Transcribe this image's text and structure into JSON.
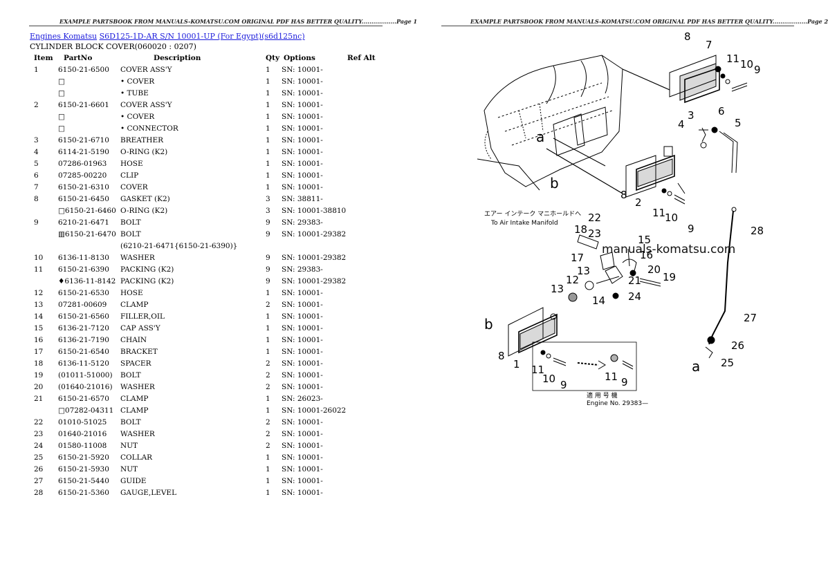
{
  "header": {
    "page1": "EXAMPLE PARTSBOOK FROM MANUALS-KOMATSU.COM ORIGINAL PDF HAS BETTER QUALITY..................Page 1",
    "page2": "EXAMPLE PARTSBOOK FROM MANUALS-KOMATSU.COM ORIGINAL PDF HAS BETTER QUALITY..................Page 2"
  },
  "breadcrumb": {
    "link1": "Engines Komatsu",
    "link2": "S6D125-1D-AR S/N 10001-UP (For Egypt)(s6d125nc)"
  },
  "subtitle": "CYLINDER BLOCK COVER(060020 : 0207)",
  "table": {
    "headers": {
      "item": "Item",
      "partno": "PartNo",
      "description": "Description",
      "qty": "Qty",
      "options": "Options",
      "refalt": "Ref Alt"
    },
    "rows": [
      {
        "item": "1",
        "partno": "6150-21-6500",
        "desc": "COVER ASS'Y",
        "qty": "1",
        "opt": "SN: 10001-"
      },
      {
        "item": "",
        "partno": "□",
        "desc": "• COVER",
        "qty": "1",
        "opt": "SN: 10001-"
      },
      {
        "item": "",
        "partno": "□",
        "desc": "• TUBE",
        "qty": "1",
        "opt": "SN: 10001-"
      },
      {
        "item": "2",
        "partno": "6150-21-6601",
        "desc": "COVER ASS'Y",
        "qty": "1",
        "opt": "SN: 10001-"
      },
      {
        "item": "",
        "partno": "□",
        "desc": "• COVER",
        "qty": "1",
        "opt": "SN: 10001-"
      },
      {
        "item": "",
        "partno": "□",
        "desc": "• CONNECTOR",
        "qty": "1",
        "opt": "SN: 10001-"
      },
      {
        "item": "3",
        "partno": "6150-21-6710",
        "desc": "BREATHER",
        "qty": "1",
        "opt": "SN: 10001-"
      },
      {
        "item": "4",
        "partno": "6114-21-5190",
        "desc": "O-RING (K2)",
        "qty": "1",
        "opt": "SN: 10001-"
      },
      {
        "item": "5",
        "partno": "07286-01963",
        "desc": "HOSE",
        "qty": "1",
        "opt": "SN: 10001-"
      },
      {
        "item": "6",
        "partno": "07285-00220",
        "desc": "CLIP",
        "qty": "1",
        "opt": "SN: 10001-"
      },
      {
        "item": "7",
        "partno": "6150-21-6310",
        "desc": "COVER",
        "qty": "1",
        "opt": "SN: 10001-"
      },
      {
        "item": "8",
        "partno": "6150-21-6450",
        "desc": "GASKET (K2)",
        "qty": "3",
        "opt": "SN: 38811-"
      },
      {
        "item": "",
        "partno": "□6150-21-6460",
        "desc": "O-RING (K2)",
        "qty": "3",
        "opt": "SN: 10001-38810"
      },
      {
        "item": "9",
        "partno": "6210-21-6471",
        "desc": "BOLT",
        "qty": "9",
        "opt": "SN: 29383-"
      },
      {
        "item": "",
        "partno": "▥6150-21-6470",
        "desc": "BOLT",
        "qty": "9",
        "opt": "SN: 10001-29382"
      },
      {
        "item": "",
        "partno": "",
        "desc": "(6210-21-6471{6150-21-6390)}",
        "qty": "",
        "opt": ""
      },
      {
        "item": "10",
        "partno": "6136-11-8130",
        "desc": "WASHER",
        "qty": "9",
        "opt": "SN: 10001-29382"
      },
      {
        "item": "11",
        "partno": "6150-21-6390",
        "desc": "PACKING (K2)",
        "qty": "9",
        "opt": "SN: 29383-"
      },
      {
        "item": "",
        "partno": "♦6136-11-8142",
        "desc": "PACKING (K2)",
        "qty": "9",
        "opt": "SN: 10001-29382"
      },
      {
        "item": "12",
        "partno": "6150-21-6530",
        "desc": "HOSE",
        "qty": "1",
        "opt": "SN: 10001-"
      },
      {
        "item": "13",
        "partno": "07281-00609",
        "desc": "CLAMP",
        "qty": "2",
        "opt": "SN: 10001-"
      },
      {
        "item": "14",
        "partno": "6150-21-6560",
        "desc": "FILLER,OIL",
        "qty": "1",
        "opt": "SN: 10001-"
      },
      {
        "item": "15",
        "partno": "6136-21-7120",
        "desc": "CAP ASS'Y",
        "qty": "1",
        "opt": "SN: 10001-"
      },
      {
        "item": "16",
        "partno": "6136-21-7190",
        "desc": "CHAIN",
        "qty": "1",
        "opt": "SN: 10001-"
      },
      {
        "item": "17",
        "partno": "6150-21-6540",
        "desc": "BRACKET",
        "qty": "1",
        "opt": "SN: 10001-"
      },
      {
        "item": "18",
        "partno": "6136-11-5120",
        "desc": "SPACER",
        "qty": "2",
        "opt": "SN: 10001-"
      },
      {
        "item": "19",
        "partno": "(01011-51000)",
        "desc": "BOLT",
        "qty": "2",
        "opt": "SN: 10001-"
      },
      {
        "item": "20",
        "partno": "(01640-21016)",
        "desc": "WASHER",
        "qty": "2",
        "opt": "SN: 10001-"
      },
      {
        "item": "21",
        "partno": "6150-21-6570",
        "desc": "CLAMP",
        "qty": "1",
        "opt": "SN: 26023-"
      },
      {
        "item": "",
        "partno": "□07282-04311",
        "desc": "CLAMP",
        "qty": "1",
        "opt": "SN: 10001-26022"
      },
      {
        "item": "22",
        "partno": "01010-51025",
        "desc": "BOLT",
        "qty": "2",
        "opt": "SN: 10001-"
      },
      {
        "item": "23",
        "partno": "01640-21016",
        "desc": "WASHER",
        "qty": "2",
        "opt": "SN: 10001-"
      },
      {
        "item": "24",
        "partno": "01580-11008",
        "desc": "NUT",
        "qty": "2",
        "opt": "SN: 10001-"
      },
      {
        "item": "25",
        "partno": "6150-21-5920",
        "desc": "COLLAR",
        "qty": "1",
        "opt": "SN: 10001-"
      },
      {
        "item": "26",
        "partno": "6150-21-5930",
        "desc": "NUT",
        "qty": "1",
        "opt": "SN: 10001-"
      },
      {
        "item": "27",
        "partno": "6150-21-5440",
        "desc": "GUIDE",
        "qty": "1",
        "opt": "SN: 10001-"
      },
      {
        "item": "28",
        "partno": "6150-21-5360",
        "desc": "GAUGE,LEVEL",
        "qty": "1",
        "opt": "SN: 10001-"
      }
    ]
  },
  "diagram": {
    "watermark": "manuals-komatsu.com",
    "note_jp": "エアー インテーク マニホールドへ",
    "note_en": "To Air Intake Manifold",
    "engine_jp": "適 用 号 機",
    "engine_no": "Engine No. 29383—",
    "labels": {
      "l8a": "8",
      "l7": "7",
      "l11a": "11",
      "l10a": "10",
      "l9a": "9",
      "l3": "3",
      "l6": "6",
      "l4": "4",
      "l5": "5",
      "la1": "a",
      "lb1": "b",
      "l8b": "8",
      "l2": "2",
      "l11b": "11",
      "l10b": "10",
      "l9b": "9",
      "l22": "22",
      "l18": "18",
      "l23": "23",
      "l15": "15",
      "l16": "16",
      "l17": "17",
      "l13a": "13",
      "l20": "20",
      "l12": "12",
      "l21": "21",
      "l19": "19",
      "l13b": "13",
      "l14": "14",
      "l24": "24",
      "l28": "28",
      "lb2": "b",
      "l8c": "8",
      "l1": "1",
      "l11c": "11",
      "l10c": "10",
      "l9c": "9",
      "l11d": "11",
      "l9d": "9",
      "l27": "27",
      "l26": "26",
      "la2": "a",
      "l25": "25"
    }
  }
}
